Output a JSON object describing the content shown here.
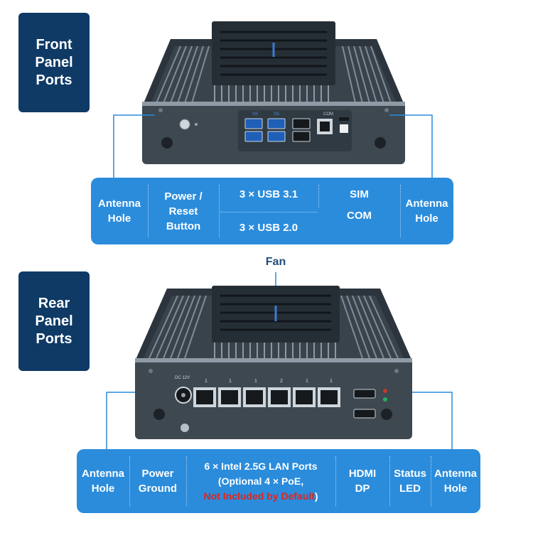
{
  "front": {
    "title_lines": [
      "Front",
      "Panel",
      "Ports"
    ],
    "labels": {
      "antenna_left": [
        "Antenna",
        "Hole"
      ],
      "power_reset": [
        "Power /",
        "Reset",
        "Button"
      ],
      "usb31": "3 × USB 3.1",
      "usb20": "3 × USB 2.0",
      "sim": "SIM",
      "com": "COM",
      "antenna_right": [
        "Antenna",
        "Hole"
      ]
    },
    "device_marks": {
      "ss_usb_1": "SS",
      "ss_usb_2": "SS",
      "com": "COM"
    }
  },
  "fan": "Fan",
  "rear": {
    "title_lines": [
      "Rear",
      "Panel",
      "Ports"
    ],
    "labels": {
      "antenna_left": [
        "Antenna",
        "Hole"
      ],
      "power_ground": [
        "Power",
        "Ground"
      ],
      "lan_line1": "6 × Intel 2.5G LAN Ports",
      "lan_line2": "(Optional 4 × PoE,",
      "lan_line3_red": "Not Included by Default",
      "lan_line3_close": ")",
      "hdmi": "HDMI",
      "dp": "DP",
      "status_led": [
        "Status",
        "LED"
      ],
      "antenna_right": [
        "Antenna",
        "Hole"
      ]
    },
    "device_marks": {
      "dc": "DC 12V",
      "lan_tags": [
        "1",
        "1",
        "1",
        "2",
        "1",
        "1"
      ]
    }
  },
  "colors": {
    "tag_bg": "#0f3a66",
    "bar_bg": "#2b8cdc",
    "chassis": "#3a4650",
    "accent_red": "#e0241b"
  }
}
